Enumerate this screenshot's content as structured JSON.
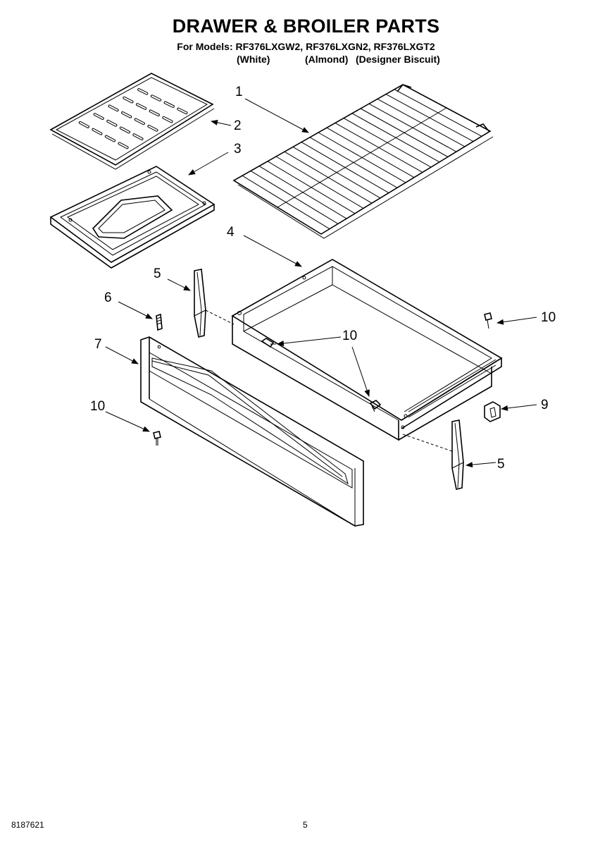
{
  "header": {
    "title": "DRAWER & BROILER PARTS",
    "models_line": "For Models: RF376LXGW2, RF376LXGN2, RF376LXGT2",
    "color_white": "(White)",
    "color_almond": "(Almond)",
    "color_biscuit": "(Designer Biscuit)"
  },
  "callouts": {
    "c1": "1",
    "c2": "2",
    "c3": "3",
    "c4": "4",
    "c5a": "5",
    "c5b": "5",
    "c6": "6",
    "c7": "7",
    "c9": "9",
    "c10a": "10",
    "c10b": "10",
    "c10c": "10"
  },
  "footer": {
    "doc_number": "8187621",
    "page_number": "5"
  }
}
